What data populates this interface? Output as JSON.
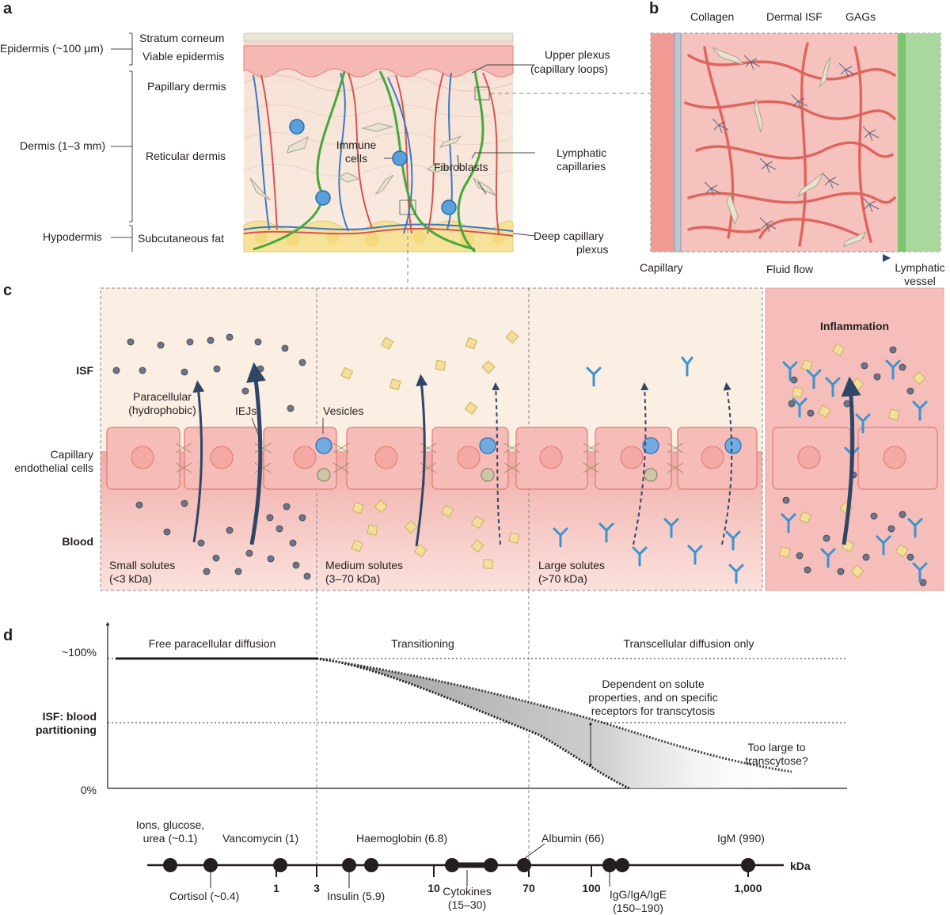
{
  "panels": {
    "a": {
      "letter": "a",
      "layers": {
        "epidermis": "Epidermis (~100 µm)",
        "dermis": "Dermis (1–3 mm)",
        "hypodermis": "Hypodermis",
        "stratum_corneum": "Stratum corneum",
        "viable_epidermis": "Viable epidermis",
        "papillary_dermis": "Papillary dermis",
        "reticular_dermis": "Reticular dermis",
        "subcutaneous_fat": "Subcutaneous fat"
      },
      "labels": {
        "upper_plexus_1": "Upper plexus",
        "upper_plexus_2": "(capillary loops)",
        "immune_1": "Immune",
        "immune_2": "cells",
        "fibroblasts": "Fibroblasts",
        "lymphatic_1": "Lymphatic",
        "lymphatic_2": "capillaries",
        "deep_1": "Deep capillary",
        "deep_2": "plexus"
      }
    },
    "b": {
      "letter": "b",
      "labels": {
        "collagen": "Collagen",
        "dermal_isf": "Dermal ISF",
        "gags": "GAGs",
        "capillary": "Capillary",
        "fluid_flow": "Fluid flow",
        "lymphatic_1": "Lymphatic",
        "lymphatic_2": "vessel"
      }
    },
    "c": {
      "letter": "c",
      "rows": {
        "isf": "ISF",
        "endo_1": "Capillary",
        "endo_2": "endothelial cells",
        "blood": "Blood"
      },
      "labels": {
        "paracellular_1": "Paracellular",
        "paracellular_2": "(hydrophobic)",
        "iejs": "IEJs",
        "vesicles": "Vesicles",
        "small_1": "Small solutes",
        "small_2": "(<3 kDa)",
        "medium_1": "Medium solutes",
        "medium_2": "(3–70 kDa)",
        "large_1": "Large solutes",
        "large_2": "(>70 kDa)",
        "inflammation": "Inflammation"
      }
    },
    "d": {
      "letter": "d",
      "regions": {
        "free": "Free paracellular diffusion",
        "transitioning": "Transitioning",
        "transcellular": "Transcellular diffusion only"
      },
      "y_axis": {
        "top": "~100%",
        "bottom": "0%",
        "label_1": "ISF: blood",
        "label_2": "partitioning"
      },
      "notes": {
        "dependent_1": "Dependent on solute",
        "dependent_2": "properties, and on specific",
        "dependent_3": "receptors for transcytosis",
        "too_large_1": "Too large to",
        "too_large_2": "transcytose?"
      },
      "axis_unit": "kDa",
      "ticks": [
        "1",
        "3",
        "10",
        "70",
        "100",
        "1,000"
      ],
      "markers": {
        "ions_1": "Ions, glucose,",
        "ions_2": "urea (~0.1)",
        "cortisol": "Cortisol (~0.4)",
        "vancomycin": "Vancomycin (1)",
        "insulin": "Insulin (5.9)",
        "haemoglobin": "Haemoglobin (6.8)",
        "cytokines_1": "Cytokines",
        "cytokines_2": "(15–30)",
        "albumin": "Albumin (66)",
        "igg_1": "IgG/IgA/IgE",
        "igg_2": "(150–190)",
        "igm": "IgM (990)"
      }
    }
  },
  "colors": {
    "blood_red": "#d9534f",
    "lymph_green": "#46a83c",
    "isf_cream": "#fbeee2",
    "endo_pink": "#f6b9b4",
    "solute_grey": "#6f7585",
    "antibody_blue": "#3c93cf",
    "medium_yellow": "#f3df9b"
  }
}
